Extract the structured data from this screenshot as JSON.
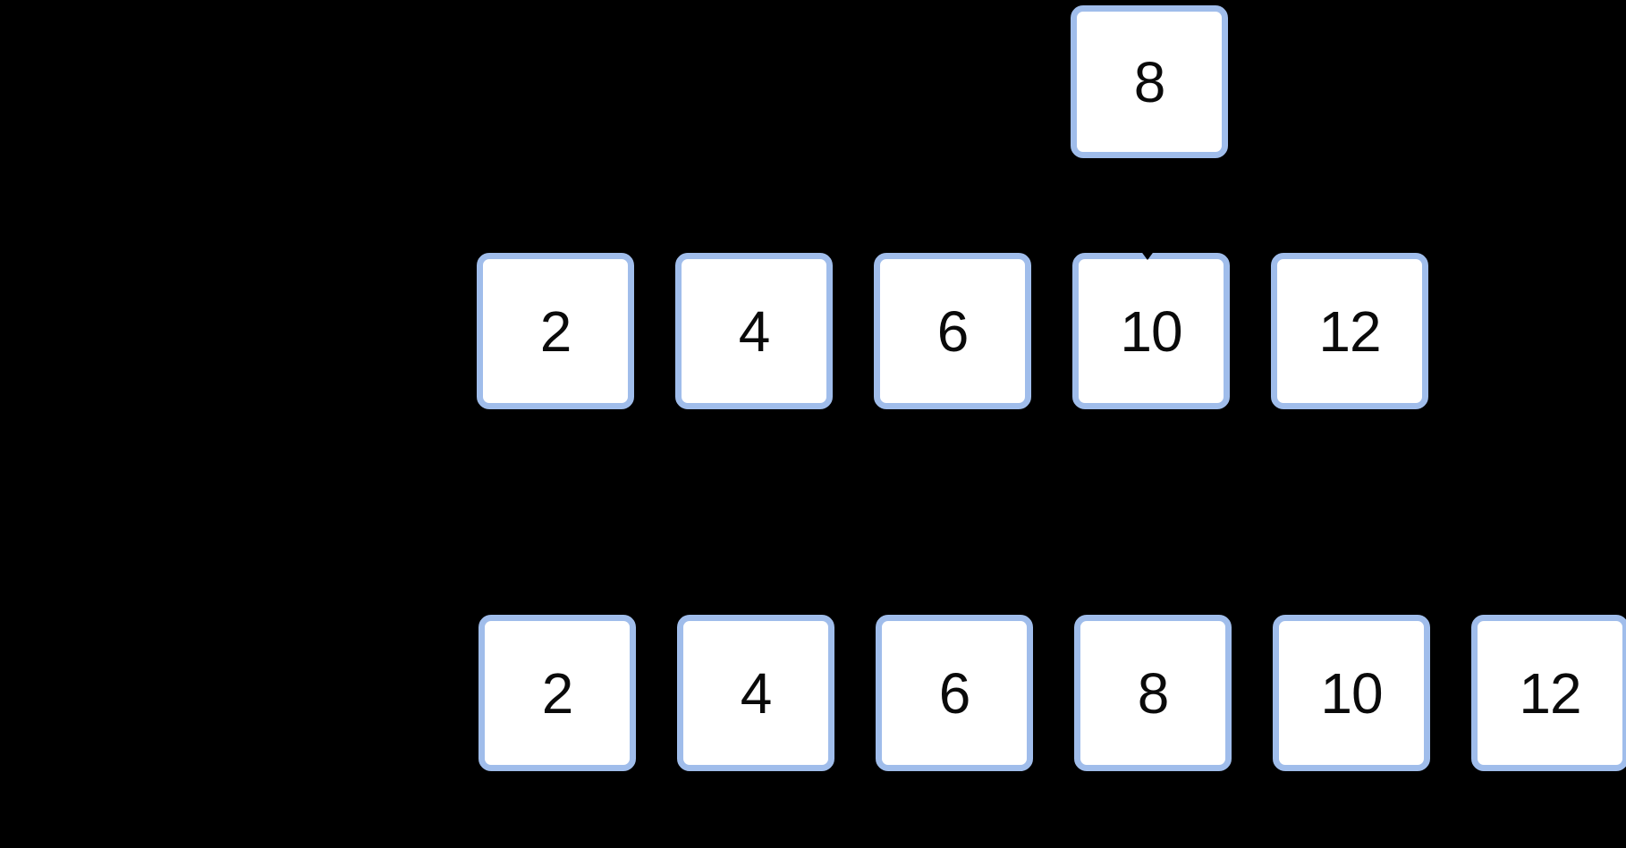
{
  "colors": {
    "background": "#000000",
    "tile_fill": "#ffffff",
    "tile_border": "#a0bdeb",
    "tile_text": "#0a0a0a",
    "cursor": "#000000"
  },
  "dragged_tile": {
    "value": "8"
  },
  "middle_row": {
    "values": [
      "2",
      "4",
      "6",
      "10",
      "12"
    ]
  },
  "bottom_row": {
    "values": [
      "2",
      "4",
      "6",
      "8",
      "10",
      "12"
    ]
  },
  "icons": {
    "cursor_tip": "▾"
  }
}
